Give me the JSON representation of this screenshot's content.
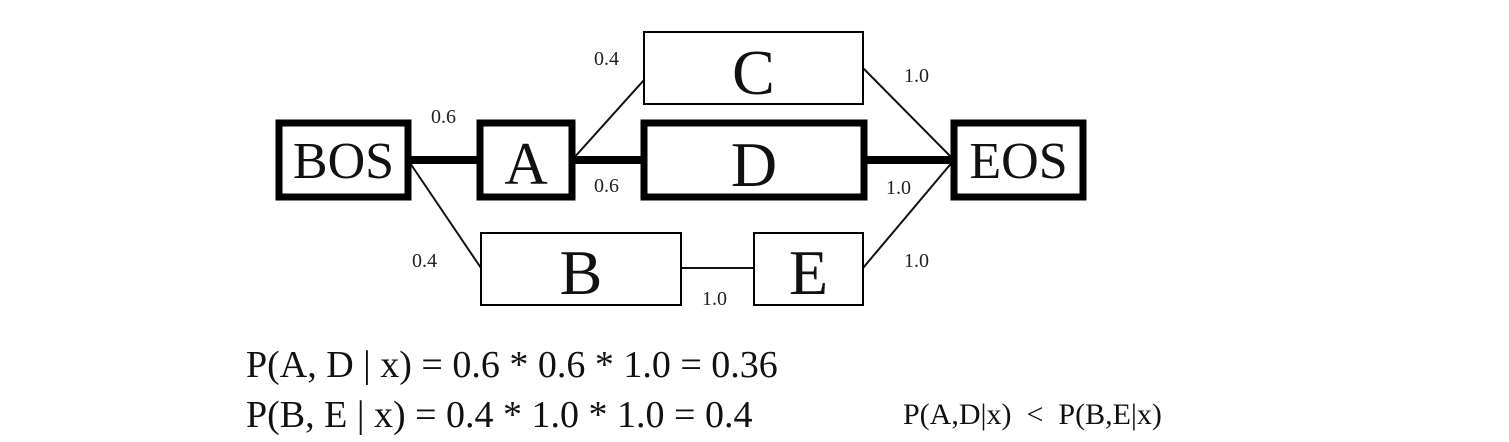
{
  "nodes": {
    "bos": "BOS",
    "a": "A",
    "b": "B",
    "c": "C",
    "d": "D",
    "e": "E",
    "eos": "EOS"
  },
  "edge_labels": {
    "bos_a": "0.6",
    "bos_b": "0.4",
    "a_c": "0.4",
    "a_d": "0.6",
    "c_eos": "1.0",
    "d_eos": "1.0",
    "b_e": "1.0",
    "e_eos": "1.0"
  },
  "formulas": {
    "p_ad": "P(A, D | x) = 0.6 * 0.6 * 1.0 = 0.36",
    "p_be": "P(B, E | x) = 0.4 * 1.0 * 1.0 = 0.4",
    "comparison": "P(A,D|x)  <  P(B,E|x)"
  }
}
